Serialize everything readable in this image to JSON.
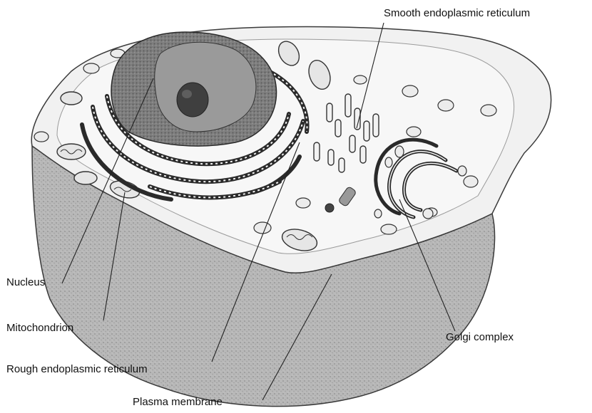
{
  "labels": {
    "smooth_er": "Smooth endoplasmic reticulum",
    "nucleus": "Nucleus",
    "mitochondrion": "Mitochondrion",
    "rough_er": "Rough endoplasmic reticulum",
    "plasma_membrane": "Plasma membrane",
    "golgi": "Golgi complex"
  },
  "colors": {
    "text": "#111111",
    "leader_line": "#222222",
    "cell_top": "#f1f1f1",
    "cell_side": "#bdbdbd",
    "nucleus": "#8a8a8a",
    "outline": "#3a3a3a"
  }
}
